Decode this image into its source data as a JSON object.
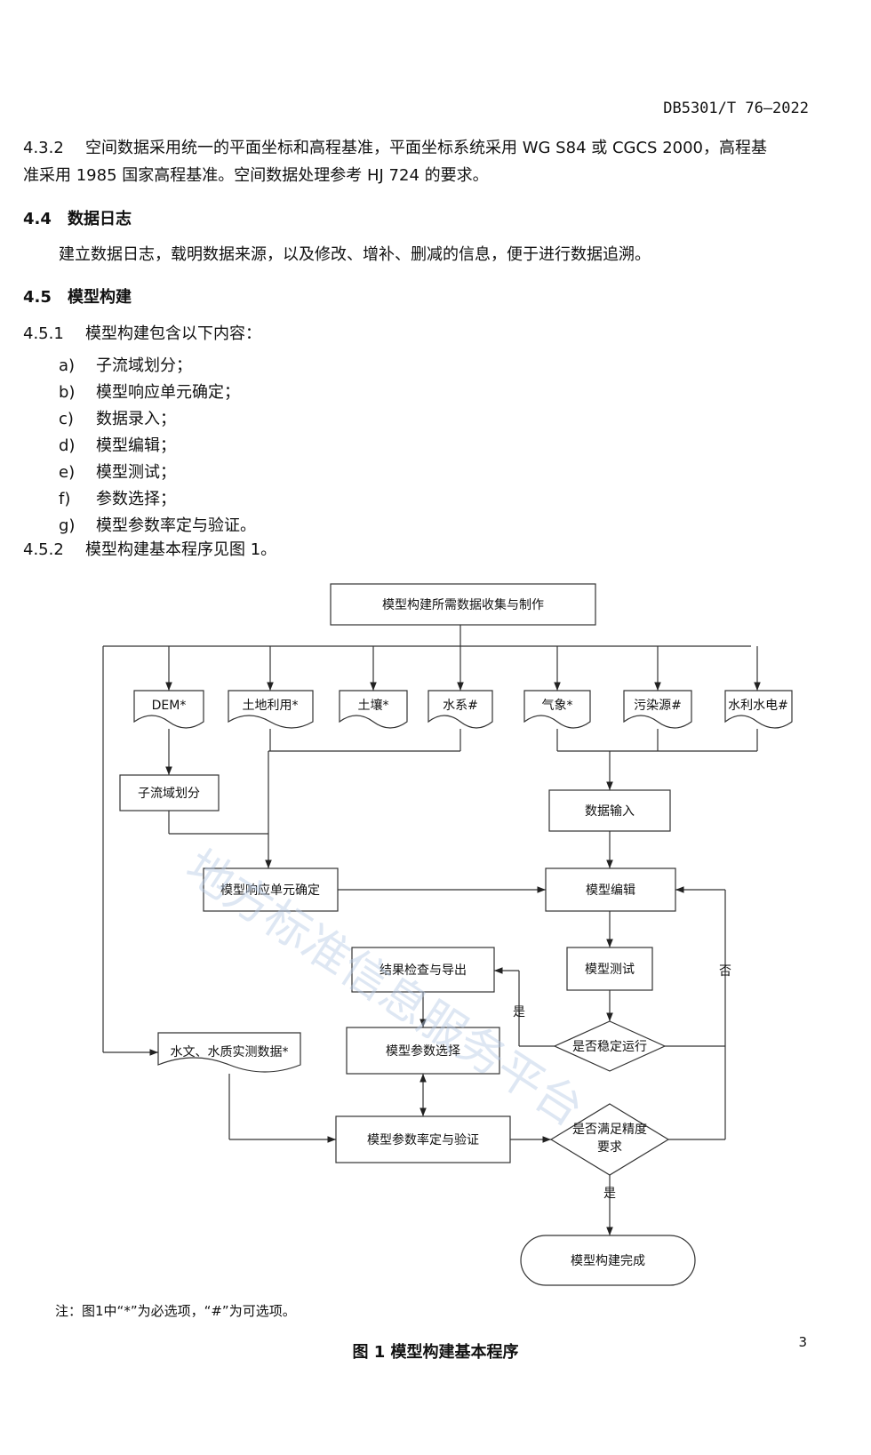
{
  "header": {
    "doc_code": "DB5301/T 76—2022"
  },
  "s432": {
    "num": "4.3.2",
    "line1": "空间数据采用统一的平面坐标和高程基准，平面坐标系统采用 WG S84 或 CGCS 2000，高程基",
    "line2": "准采用 1985 国家高程基准。空间数据处理参考 HJ 724 的要求。"
  },
  "s44": {
    "heading_num": "4.4",
    "heading": "数据日志",
    "body": "建立数据日志，载明数据来源，以及修改、增补、删减的信息，便于进行数据追溯。"
  },
  "s45": {
    "heading_num": "4.5",
    "heading": "模型构建"
  },
  "s451": {
    "num": "4.5.1",
    "text": "模型构建包含以下内容：",
    "items": [
      {
        "mark": "a)",
        "text": "子流域划分；"
      },
      {
        "mark": "b)",
        "text": "模型响应单元确定；"
      },
      {
        "mark": "c)",
        "text": "数据录入；"
      },
      {
        "mark": "d)",
        "text": "模型编辑；"
      },
      {
        "mark": "e)",
        "text": "模型测试；"
      },
      {
        "mark": "f)",
        "text": "参数选择；"
      },
      {
        "mark": "g)",
        "text": "模型参数率定与验证。"
      }
    ]
  },
  "s452": {
    "num": "4.5.2",
    "text": "模型构建基本程序见图 1。"
  },
  "flow": {
    "top": "模型构建所需数据收集与制作",
    "dem": "DEM*",
    "landuse": "土地利用*",
    "soil": "土壤*",
    "water": "水系#",
    "weather": "气象*",
    "pollution": "污染源#",
    "hydro": "水利水电#",
    "subbasin": "子流域划分",
    "data_input": "数据输入",
    "hru": "模型响应单元确定",
    "edit": "模型编辑",
    "result_check": "结果检查与导出",
    "test": "模型测试",
    "stable": "是否稳定运行",
    "param_select": "模型参数选择",
    "observed": "水文、水质实测数据*",
    "calibrate": "模型参数率定与验证",
    "accuracy_l1": "是否满足精度",
    "accuracy_l2": "要求",
    "done": "模型构建完成",
    "yes": "是",
    "no": "否"
  },
  "watermark": "地方标准信息服务平台",
  "note": "注：图1中“*”为必选项，“#”为可选项。",
  "caption": "图 1    模型构建基本程序",
  "page_number": "3"
}
